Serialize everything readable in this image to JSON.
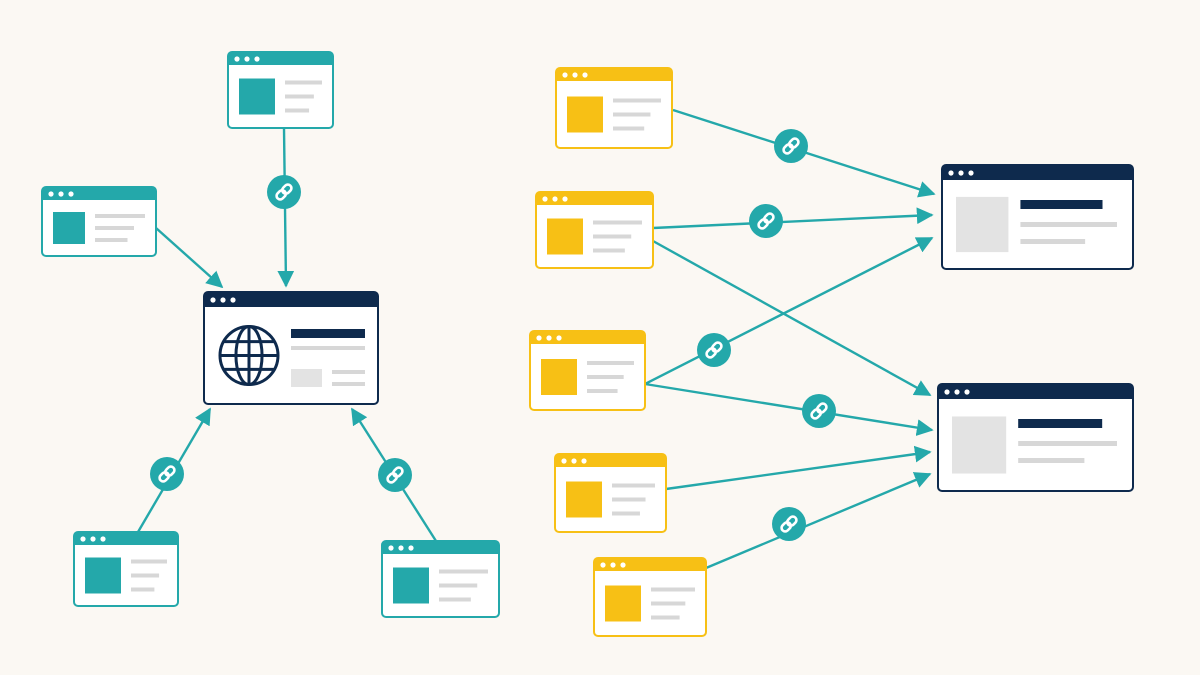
{
  "colors": {
    "background": "#FBF8F3",
    "teal": "#24A8AA",
    "gold": "#F7C015",
    "navy": "#0E2A4D",
    "line_gray": "#D7D7D7",
    "placeholder_gray": "#E3E3E3",
    "window_fill": "#FFFFFF"
  },
  "left_cluster": {
    "hub": {
      "name": "hub-page",
      "style": "navy",
      "icon": "globe-icon"
    },
    "linking_pages": [
      {
        "name": "teal-page-top",
        "style": "teal",
        "link_icon": true
      },
      {
        "name": "teal-page-left",
        "style": "teal",
        "link_icon": false
      },
      {
        "name": "teal-page-bottom-left",
        "style": "teal",
        "link_icon": true
      },
      {
        "name": "teal-page-bottom-right",
        "style": "teal",
        "link_icon": true
      }
    ]
  },
  "right_cluster": {
    "targets": [
      {
        "name": "target-page-top",
        "style": "navy"
      },
      {
        "name": "target-page-bottom",
        "style": "navy"
      }
    ],
    "sources": [
      {
        "name": "gold-page-1",
        "style": "gold"
      },
      {
        "name": "gold-page-2",
        "style": "gold"
      },
      {
        "name": "gold-page-3",
        "style": "gold"
      },
      {
        "name": "gold-page-4",
        "style": "gold"
      },
      {
        "name": "gold-page-5",
        "style": "gold"
      }
    ],
    "links": [
      {
        "from": "gold-page-1",
        "to": "target-page-top",
        "link_icon": true
      },
      {
        "from": "gold-page-2",
        "to": "target-page-top",
        "link_icon": true
      },
      {
        "from": "gold-page-2",
        "to": "target-page-bottom",
        "link_icon": false
      },
      {
        "from": "gold-page-3",
        "to": "target-page-top",
        "link_icon": true
      },
      {
        "from": "gold-page-3",
        "to": "target-page-bottom",
        "link_icon": true
      },
      {
        "from": "gold-page-4",
        "to": "target-page-bottom",
        "link_icon": false
      },
      {
        "from": "gold-page-5",
        "to": "target-page-bottom",
        "link_icon": true
      }
    ]
  }
}
